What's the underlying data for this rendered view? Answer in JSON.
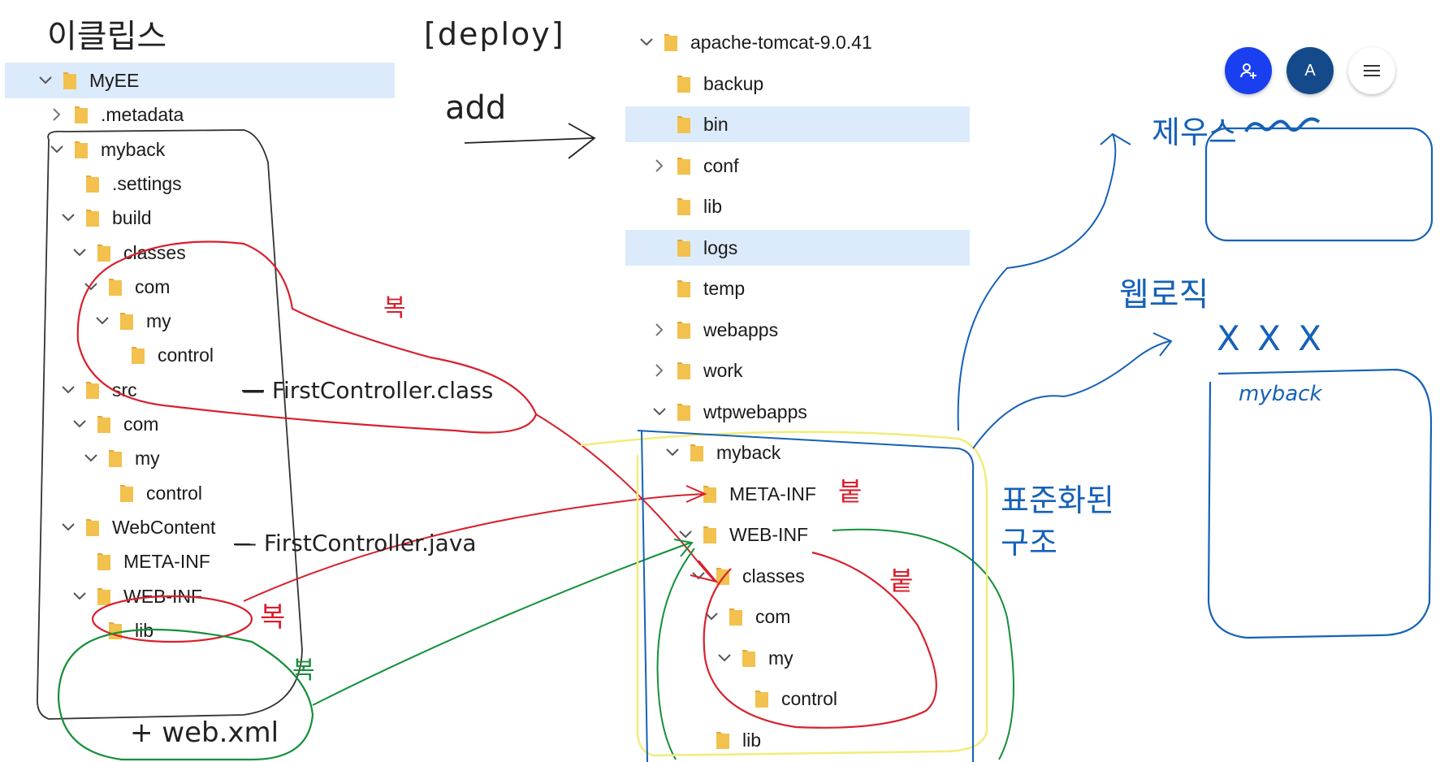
{
  "left_tree": {
    "rows": [
      {
        "label": "MyEE",
        "expand": "open",
        "selected": true
      },
      {
        "label": ".metadata",
        "expand": "closed"
      },
      {
        "label": "myback",
        "expand": "open"
      },
      {
        "label": ".settings",
        "expand": "none"
      },
      {
        "label": "build",
        "expand": "open"
      },
      {
        "label": "classes",
        "expand": "open"
      },
      {
        "label": "com",
        "expand": "open"
      },
      {
        "label": "my",
        "expand": "open"
      },
      {
        "label": "control",
        "expand": "none"
      },
      {
        "label": "src",
        "expand": "open"
      },
      {
        "label": "com",
        "expand": "open"
      },
      {
        "label": "my",
        "expand": "open"
      },
      {
        "label": "control",
        "expand": "none"
      },
      {
        "label": "WebContent",
        "expand": "open"
      },
      {
        "label": "META-INF",
        "expand": "none"
      },
      {
        "label": "WEB-INF",
        "expand": "open"
      },
      {
        "label": "lib",
        "expand": "none"
      }
    ]
  },
  "right_tree": {
    "rows": [
      {
        "label": "apache-tomcat-9.0.41",
        "expand": "open"
      },
      {
        "label": "backup",
        "expand": "none"
      },
      {
        "label": "bin",
        "expand": "none",
        "selected": true
      },
      {
        "label": "conf",
        "expand": "closed"
      },
      {
        "label": "lib",
        "expand": "none"
      },
      {
        "label": "logs",
        "expand": "none",
        "selected": true
      },
      {
        "label": "temp",
        "expand": "none"
      },
      {
        "label": "webapps",
        "expand": "closed"
      },
      {
        "label": "work",
        "expand": "closed"
      },
      {
        "label": "wtpwebapps",
        "expand": "open"
      },
      {
        "label": "myback",
        "expand": "open"
      },
      {
        "label": "META-INF",
        "expand": "none"
      },
      {
        "label": "WEB-INF",
        "expand": "open"
      },
      {
        "label": "classes",
        "expand": "open"
      },
      {
        "label": "com",
        "expand": "open"
      },
      {
        "label": "my",
        "expand": "open"
      },
      {
        "label": "control",
        "expand": "none"
      },
      {
        "label": "lib",
        "expand": "none"
      }
    ]
  },
  "annotations": {
    "eclipse": "이클립스",
    "deploy": "[deploy]",
    "add": "add",
    "first_controller_class": "— FirstController.class",
    "first_controller_java": "— FirstController.java",
    "web_xml": "+ web.xml",
    "copy_1": "복",
    "copy_2": "복",
    "copy_3": "복",
    "paste_1": "붙",
    "paste_2": "붙",
    "standardized_1": "표준화된",
    "standardized_2": "구조",
    "web_logic": "웹로직",
    "jeus": "제우스",
    "xxx": "X X X",
    "myback_box": "myback"
  },
  "toolbar": {
    "add_user_icon": "person-add-icon",
    "avatar_letter": "A",
    "menu_icon": "hamburger-menu-icon"
  },
  "colors": {
    "folder": "#f2c14e",
    "selection": "#dcebfb",
    "ink_black": "#222222",
    "ink_red": "#d8202c",
    "ink_green": "#14903a",
    "ink_blue": "#1561b8",
    "ink_yellow": "#f2ec7a",
    "fab_blue": "#1a3ff0",
    "fab_navy": "#154a8a"
  }
}
